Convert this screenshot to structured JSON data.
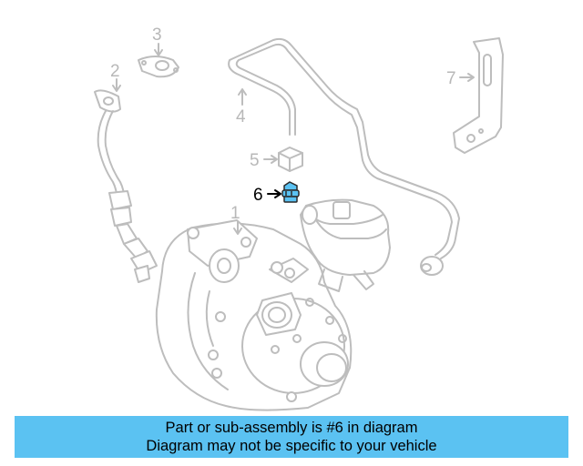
{
  "diagram": {
    "callouts": [
      {
        "number": "1"
      },
      {
        "number": "2"
      },
      {
        "number": "3"
      },
      {
        "number": "4"
      },
      {
        "number": "5"
      },
      {
        "number": "6"
      },
      {
        "number": "7"
      }
    ],
    "highlighted_part": "6",
    "colors": {
      "line_art": "#b8b8b8",
      "highlight_fill": "#5bc2f2",
      "banner_bg": "#5bc2f2"
    }
  },
  "banner": {
    "line1": "Part or sub-assembly is #6 in diagram",
    "line2": "Diagram may not be specific to your vehicle"
  }
}
